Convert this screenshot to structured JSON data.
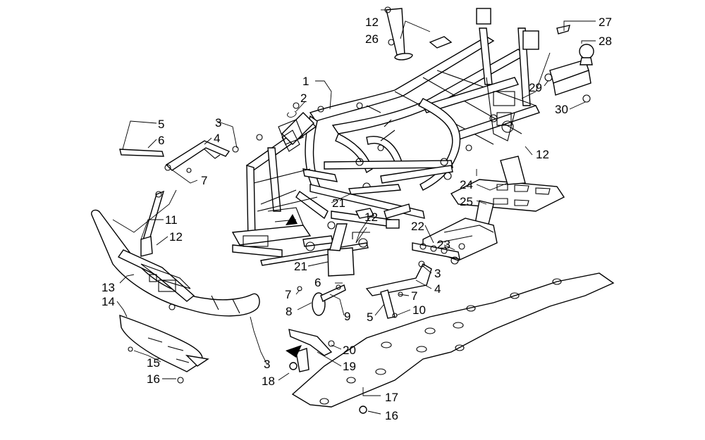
{
  "callouts": [
    {
      "id": "c1",
      "label": "1"
    },
    {
      "id": "c2",
      "label": "2"
    },
    {
      "id": "c3a",
      "label": "3"
    },
    {
      "id": "c4a",
      "label": "4"
    },
    {
      "id": "c5a",
      "label": "5"
    },
    {
      "id": "c6a",
      "label": "6"
    },
    {
      "id": "c7a",
      "label": "7"
    },
    {
      "id": "c11",
      "label": "11"
    },
    {
      "id": "c12a",
      "label": "12"
    },
    {
      "id": "c13",
      "label": "13"
    },
    {
      "id": "c14",
      "label": "14"
    },
    {
      "id": "c15",
      "label": "15"
    },
    {
      "id": "c16a",
      "label": "16"
    },
    {
      "id": "c3b",
      "label": "3"
    },
    {
      "id": "c18",
      "label": "18"
    },
    {
      "id": "c21a",
      "label": "21"
    },
    {
      "id": "c21b",
      "label": "21"
    },
    {
      "id": "c12b",
      "label": "12"
    },
    {
      "id": "c6b",
      "label": "6"
    },
    {
      "id": "c7b",
      "label": "7"
    },
    {
      "id": "c8",
      "label": "8"
    },
    {
      "id": "c9",
      "label": "9"
    },
    {
      "id": "c20",
      "label": "20"
    },
    {
      "id": "c19",
      "label": "19"
    },
    {
      "id": "c17",
      "label": "17"
    },
    {
      "id": "c16b",
      "label": "16"
    },
    {
      "id": "c3c",
      "label": "3"
    },
    {
      "id": "c4b",
      "label": "4"
    },
    {
      "id": "c7c",
      "label": "7"
    },
    {
      "id": "c10",
      "label": "10"
    },
    {
      "id": "c5b",
      "label": "5"
    },
    {
      "id": "c22",
      "label": "22"
    },
    {
      "id": "c23",
      "label": "23"
    },
    {
      "id": "c24",
      "label": "24"
    },
    {
      "id": "c25",
      "label": "25"
    },
    {
      "id": "c12c",
      "label": "12"
    },
    {
      "id": "c12d",
      "label": "12"
    },
    {
      "id": "c26",
      "label": "26"
    },
    {
      "id": "c27",
      "label": "27"
    },
    {
      "id": "c28",
      "label": "28"
    },
    {
      "id": "c29",
      "label": "29"
    },
    {
      "id": "c30",
      "label": "30"
    }
  ]
}
